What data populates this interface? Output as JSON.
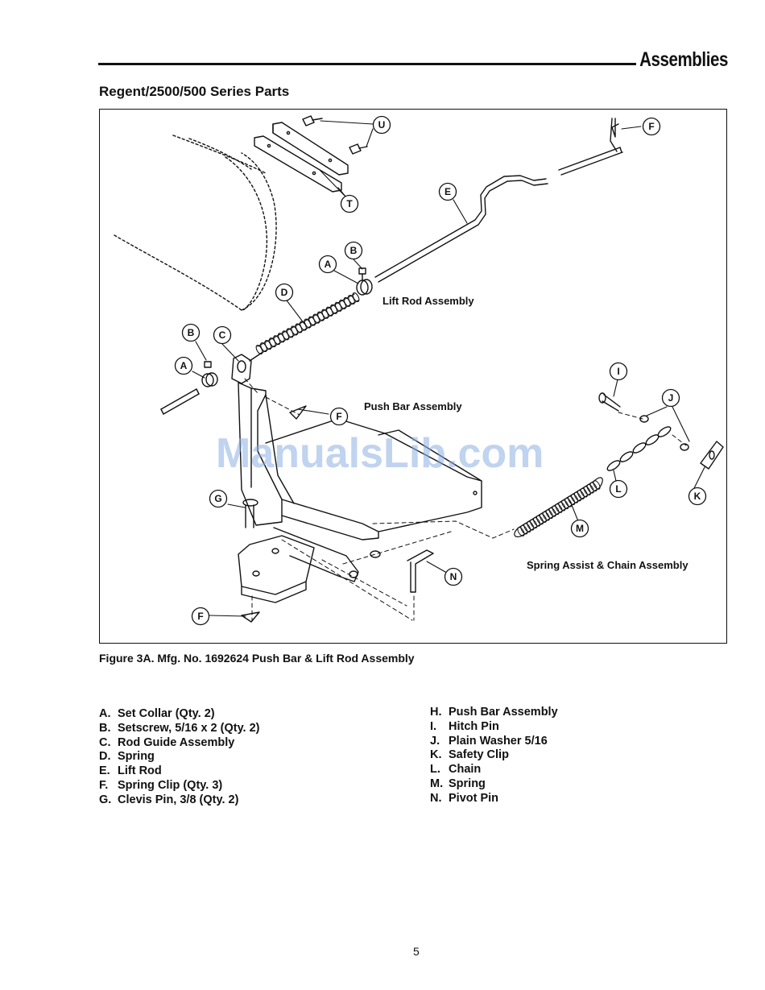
{
  "header": {
    "section_title": "Assemblies",
    "page_heading": "Regent/2500/500 Series Parts"
  },
  "figure": {
    "labels": {
      "lift_rod_assembly": "Lift Rod Assembly",
      "push_bar_assembly": "Push Bar Assembly",
      "spring_assist_chain_assembly": "Spring Assist & Chain Assembly"
    },
    "callouts": {
      "U": "U",
      "T": "T",
      "F1": "F",
      "E": "E",
      "B1": "B",
      "A1": "A",
      "D": "D",
      "B2": "B",
      "C": "C",
      "A2": "A",
      "F2": "F",
      "I": "I",
      "J": "J",
      "G": "G",
      "L": "L",
      "K": "K",
      "M": "M",
      "N": "N",
      "F3": "F"
    },
    "watermark": "ManualsLib.com",
    "caption": "Figure 3A. Mfg. No. 1692624 Push Bar & Lift Rod Assembly"
  },
  "parts_left": [
    {
      "key": "A.",
      "desc": "Set Collar (Qty. 2)"
    },
    {
      "key": "B.",
      "desc": "Setscrew, 5/16 x 2  (Qty. 2)"
    },
    {
      "key": "C.",
      "desc": "Rod Guide Assembly"
    },
    {
      "key": "D.",
      "desc": "Spring"
    },
    {
      "key": "E.",
      "desc": "Lift Rod"
    },
    {
      "key": "F.",
      "desc": "Spring Clip (Qty. 3)"
    },
    {
      "key": "G.",
      "desc": "Clevis Pin, 3/8 (Qty. 2)"
    }
  ],
  "parts_right": [
    {
      "key": "H.",
      "desc": "Push Bar Assembly"
    },
    {
      "key": "I.",
      "desc": "Hitch Pin"
    },
    {
      "key": "J.",
      "desc": "Plain Washer 5/16"
    },
    {
      "key": "K.",
      "desc": "Safety Clip"
    },
    {
      "key": "L.",
      "desc": "Chain"
    },
    {
      "key": "M.",
      "desc": "Spring"
    },
    {
      "key": "N.",
      "desc": "Pivot Pin"
    }
  ],
  "footer": {
    "page_number": "5"
  }
}
